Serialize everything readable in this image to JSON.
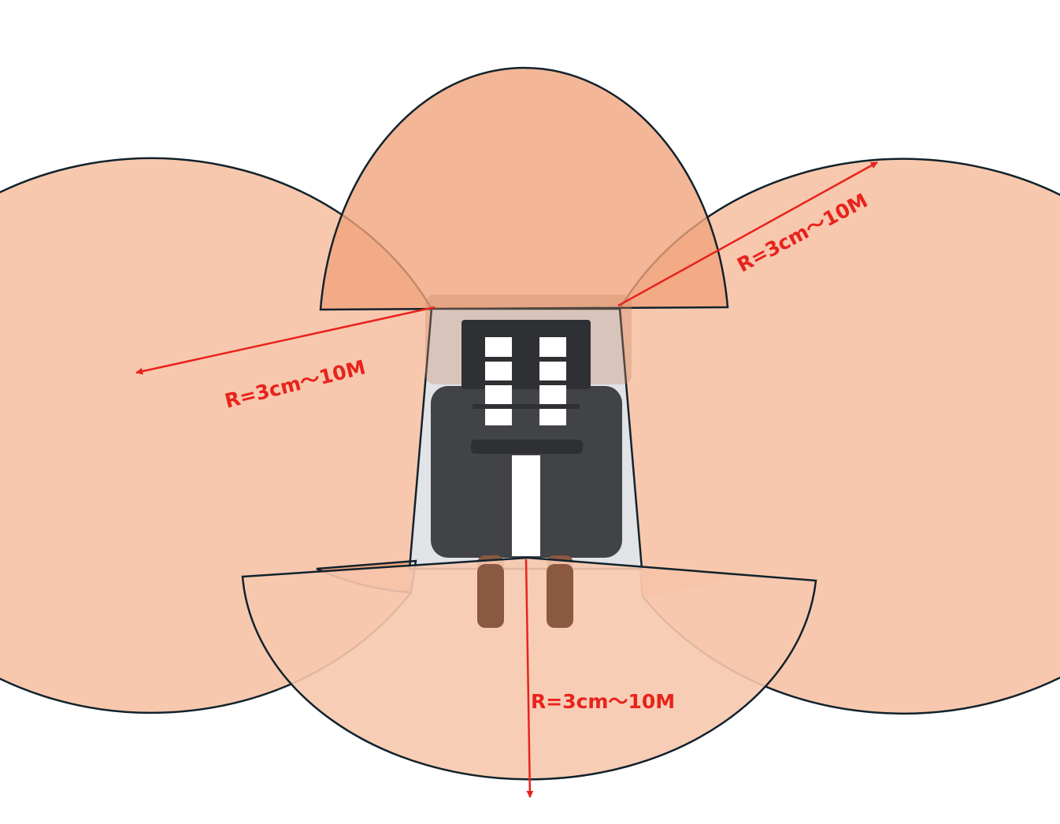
{
  "colors": {
    "zone_fill": "#f7c8ae",
    "zone_overlap_fill": "#f0a47c",
    "zone_stroke": "#11222c",
    "annotation": "#e8231c",
    "robot_body": "#424346",
    "robot_frame": "#e1e3e6",
    "forks": "#8b5841"
  },
  "labels": {
    "left_radius": "R=3cm～10M",
    "right_radius": "R=3cm～10M",
    "bottom_radius": "R=3cm～10M"
  }
}
